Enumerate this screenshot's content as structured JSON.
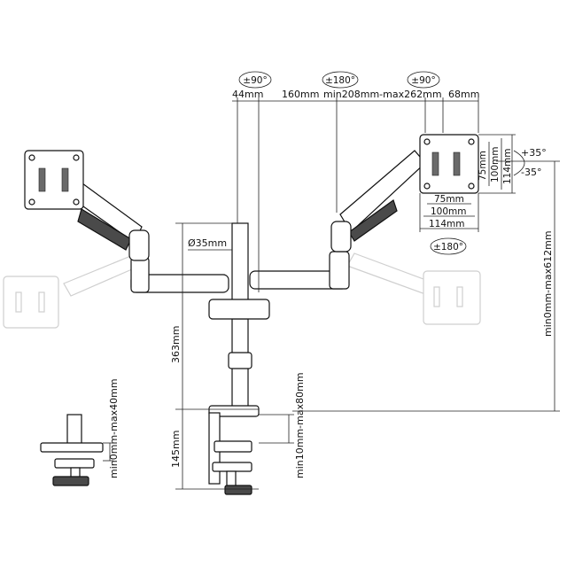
{
  "rotations": {
    "top_left": "±90°",
    "top_center": "±180°",
    "top_right": "±90°",
    "right_lower": "±180°"
  },
  "dimensions": {
    "d44": "44mm",
    "d160": "160mm",
    "d_min_max_reach": "min208mm-max262mm",
    "d68": "68mm",
    "diameter_pole": "Ø35mm",
    "vesa_75_v": "75mm",
    "vesa_100_v": "100mm",
    "vesa_114_v": "114mm",
    "vesa_75_h": "75mm",
    "vesa_100_h": "100mm",
    "vesa_114_h": "114mm",
    "tilt_up": "+35°",
    "tilt_down": "-35°",
    "height_range": "min0mm-max612mm",
    "pole_height": "363mm",
    "clamp_height": "145mm",
    "desk_thickness": "min10mm-max80mm",
    "grommet_thickness": "min0mm-max40mm"
  }
}
